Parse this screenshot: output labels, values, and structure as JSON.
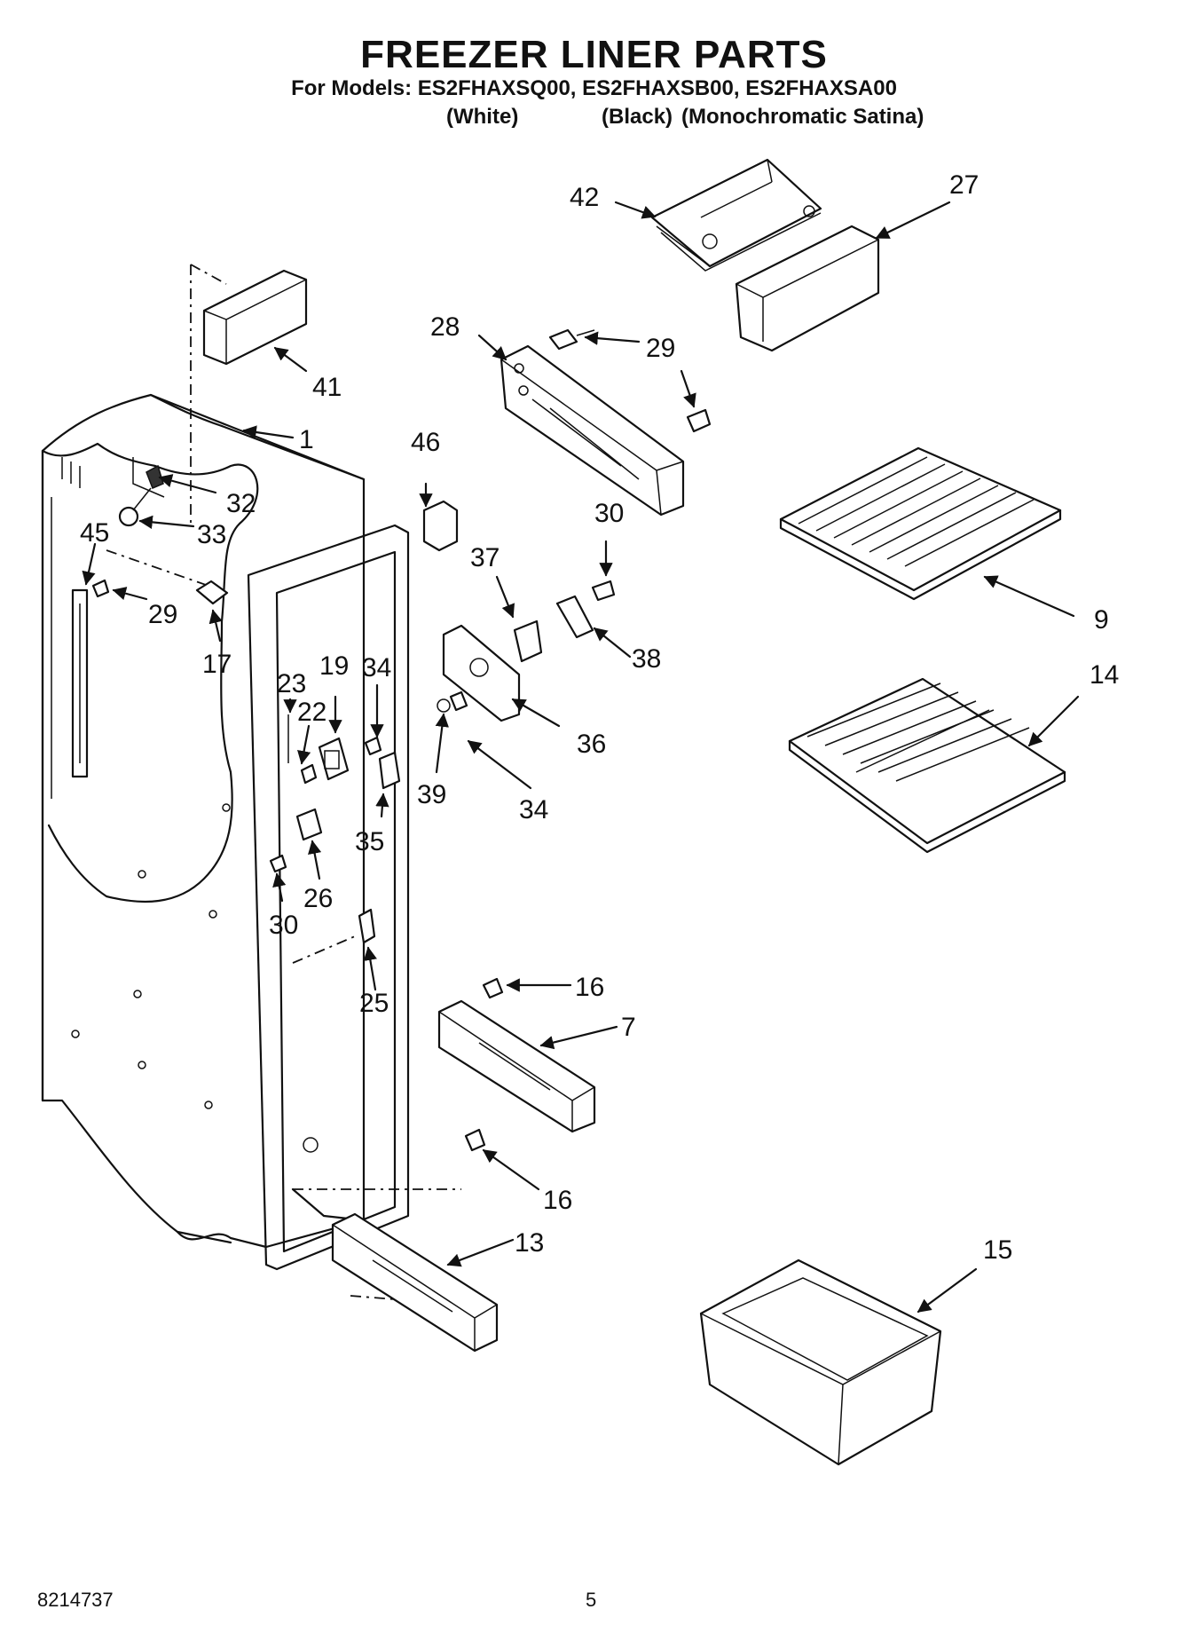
{
  "header": {
    "title": "FREEZER LINER PARTS",
    "models_line": "For Models: ES2FHAXSQ00, ES2FHAXSB00, ES2FHAXSA00",
    "variant_white": "(White)",
    "variant_black": "(Black)",
    "variant_satina": "(Monochromatic Satina)"
  },
  "callouts": {
    "p1": "1",
    "p7": "7",
    "p9": "9",
    "p13": "13",
    "p14": "14",
    "p15": "15",
    "p16a": "16",
    "p16b": "16",
    "p17": "17",
    "p19": "19",
    "p22": "22",
    "p23": "23",
    "p25": "25",
    "p26": "26",
    "p27": "27",
    "p28": "28",
    "p29a": "29",
    "p29b": "29",
    "p30a": "30",
    "p30b": "30",
    "p32": "32",
    "p33": "33",
    "p34a": "34",
    "p34b": "34",
    "p35": "35",
    "p36": "36",
    "p37": "37",
    "p38": "38",
    "p39": "39",
    "p41": "41",
    "p42": "42",
    "p45": "45",
    "p46": "46"
  },
  "footer": {
    "doc_number": "8214737",
    "page_number": "5"
  }
}
